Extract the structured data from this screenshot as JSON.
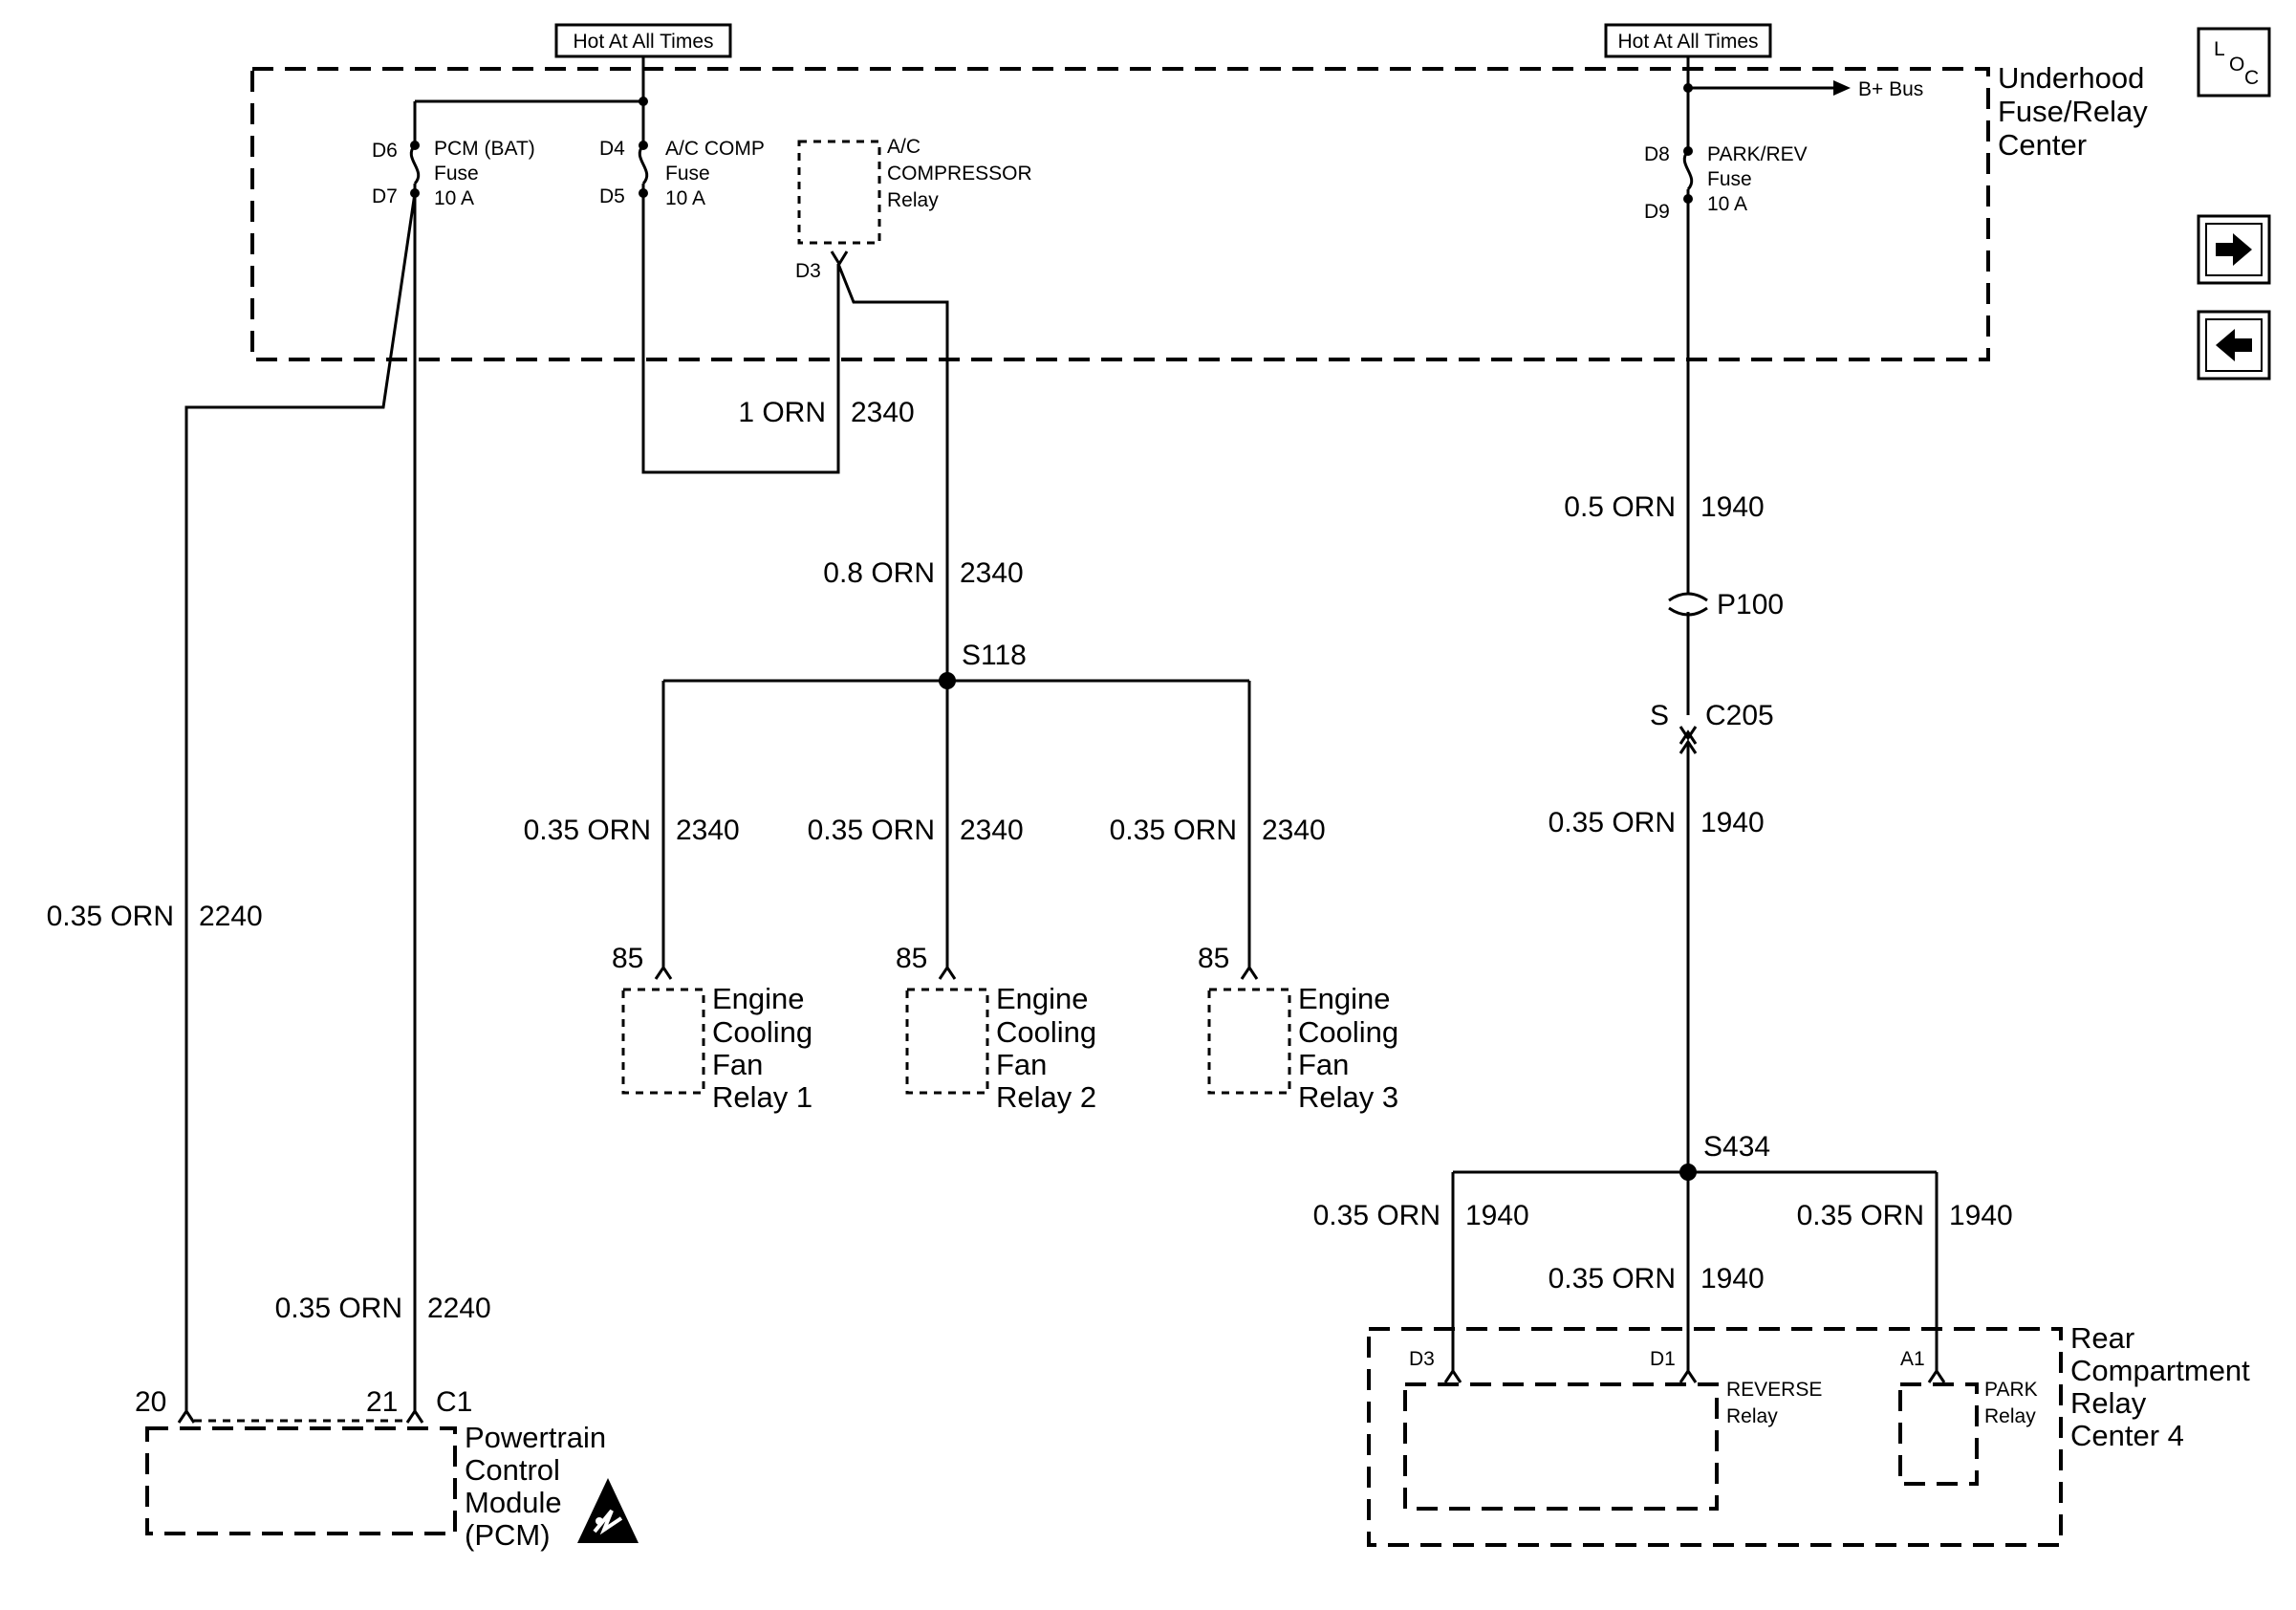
{
  "hot_labels": [
    "Hot At All Times",
    "Hot At All Times"
  ],
  "underhood": {
    "name_lines": [
      "Underhood",
      "Fuse/Relay",
      "Center"
    ],
    "pcm_fuse": {
      "top_pin": "D6",
      "bottom_pin": "D7",
      "lines": [
        "PCM (BAT)",
        "Fuse",
        "10 A"
      ]
    },
    "ac_fuse": {
      "top_pin": "D4",
      "bottom_pin": "D5",
      "lines": [
        "A/C COMP",
        "Fuse",
        "10 A"
      ]
    },
    "ac_relay": {
      "pin": "D3",
      "lines": [
        "A/C",
        "COMPRESSOR",
        "Relay"
      ]
    },
    "park_fuse": {
      "top_pin": "D8",
      "bottom_pin": "D9",
      "lines": [
        "PARK/REV",
        "Fuse",
        "10 A"
      ]
    },
    "bus_label": "B+ Bus"
  },
  "wires": {
    "ac_loop": {
      "gauge": "1 ORN",
      "circuit": "2340"
    },
    "ac_main": {
      "gauge": "0.8 ORN",
      "circuit": "2340"
    },
    "fan1": {
      "gauge": "0.35 ORN",
      "circuit": "2340"
    },
    "fan2": {
      "gauge": "0.35 ORN",
      "circuit": "2340"
    },
    "fan3": {
      "gauge": "0.35 ORN",
      "circuit": "2340"
    },
    "pcm_left": {
      "gauge": "0.35 ORN",
      "circuit": "2240"
    },
    "pcm_right": {
      "gauge": "0.35 ORN",
      "circuit": "2240"
    },
    "park_upper": {
      "gauge": "0.5 ORN",
      "circuit": "1940"
    },
    "park_mid": {
      "gauge": "0.35 ORN",
      "circuit": "1940"
    },
    "rear_left": {
      "gauge": "0.35 ORN",
      "circuit": "1940"
    },
    "rear_center": {
      "gauge": "0.35 ORN",
      "circuit": "1940"
    },
    "rear_right": {
      "gauge": "0.35 ORN",
      "circuit": "1940"
    }
  },
  "splices": {
    "s118": "S118",
    "s434": "S434"
  },
  "connectors": {
    "p100": "P100",
    "c205": "C205",
    "c205_type": "S"
  },
  "fan_relays": [
    {
      "pin": "85",
      "lines": [
        "Engine",
        "Cooling",
        "Fan",
        "Relay 1"
      ]
    },
    {
      "pin": "85",
      "lines": [
        "Engine",
        "Cooling",
        "Fan",
        "Relay 2"
      ]
    },
    {
      "pin": "85",
      "lines": [
        "Engine",
        "Cooling",
        "Fan",
        "Relay 3"
      ]
    }
  ],
  "pcm": {
    "pin_left": "20",
    "pin_right": "21",
    "connector": "C1",
    "lines": [
      "Powertrain",
      "Control",
      "Module",
      "(PCM)"
    ]
  },
  "rear": {
    "name_lines": [
      "Rear",
      "Compartment",
      "Relay",
      "Center 4"
    ],
    "pin_d3": "D3",
    "pin_d1": "D1",
    "pin_a1": "A1",
    "reverse_lines": [
      "REVERSE",
      "Relay"
    ],
    "park_lines": [
      "PARK",
      "Relay"
    ]
  },
  "nav": {
    "loc_l": "L",
    "loc_o": "O",
    "loc_c": "C"
  }
}
